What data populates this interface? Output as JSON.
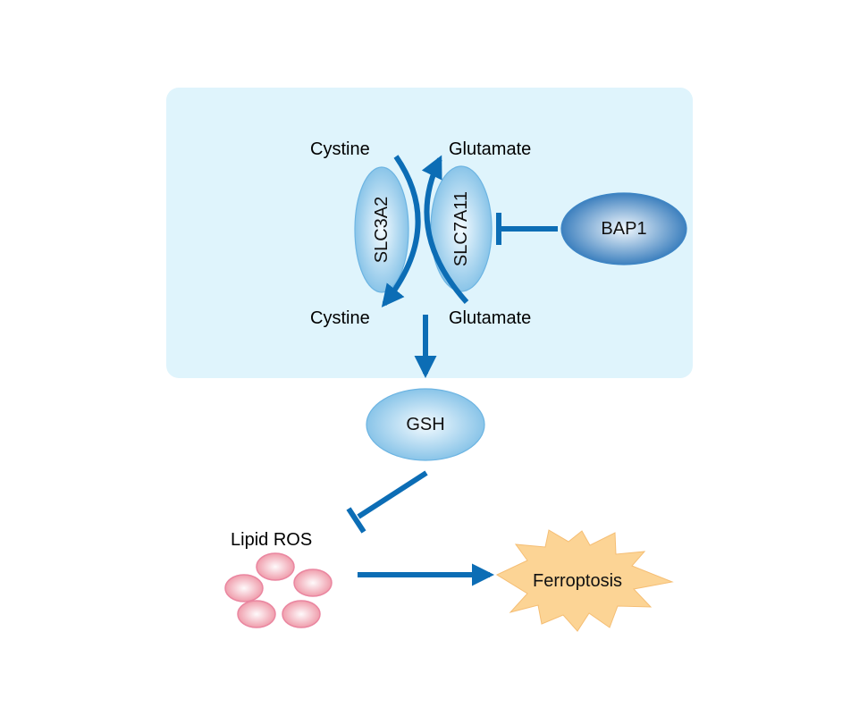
{
  "diagram": {
    "title": "BAP1 SLC7A11 ferroptosis pathway",
    "colors": {
      "panel_fill": "#dff4fc",
      "arrow": "#0c6db5",
      "protein_light": "#eaf6fd",
      "protein_dark": "#7fbfe6",
      "protein_stroke": "#5aa8de",
      "bap1_light": "#eef6fc",
      "bap1_dark": "#2f78bb",
      "ros_light": "#fdf1f3",
      "ros_dark": "#ef9aa8",
      "ros_stroke": "#e9809a",
      "ferroptosis_fill": "#fcd495",
      "ferroptosis_stroke": "#f7c27a"
    },
    "labels": {
      "cystine_top": "Cystine",
      "glutamate_top": "Glutamate",
      "cystine_bottom": "Cystine",
      "glutamate_bottom": "Glutamate",
      "lipid_ros": "Lipid ROS"
    },
    "nodes": {
      "slc3a2": "SLC3A2",
      "slc7a11": "SLC7A11",
      "bap1": "BAP1",
      "gsh": "GSH",
      "ferroptosis": "Ferroptosis"
    },
    "edges": [
      {
        "from": "Cystine (outside)",
        "to": "Cystine (inside)",
        "type": "transport",
        "via": "SLC3A2/SLC7A11"
      },
      {
        "from": "Glutamate (inside)",
        "to": "Glutamate (outside)",
        "type": "transport",
        "via": "SLC3A2/SLC7A11"
      },
      {
        "from": "BAP1",
        "to": "SLC7A11",
        "type": "inhibition"
      },
      {
        "from": "Cystine (inside)",
        "to": "GSH",
        "type": "activation"
      },
      {
        "from": "GSH",
        "to": "Lipid ROS",
        "type": "inhibition"
      },
      {
        "from": "Lipid ROS",
        "to": "Ferroptosis",
        "type": "activation"
      }
    ]
  }
}
